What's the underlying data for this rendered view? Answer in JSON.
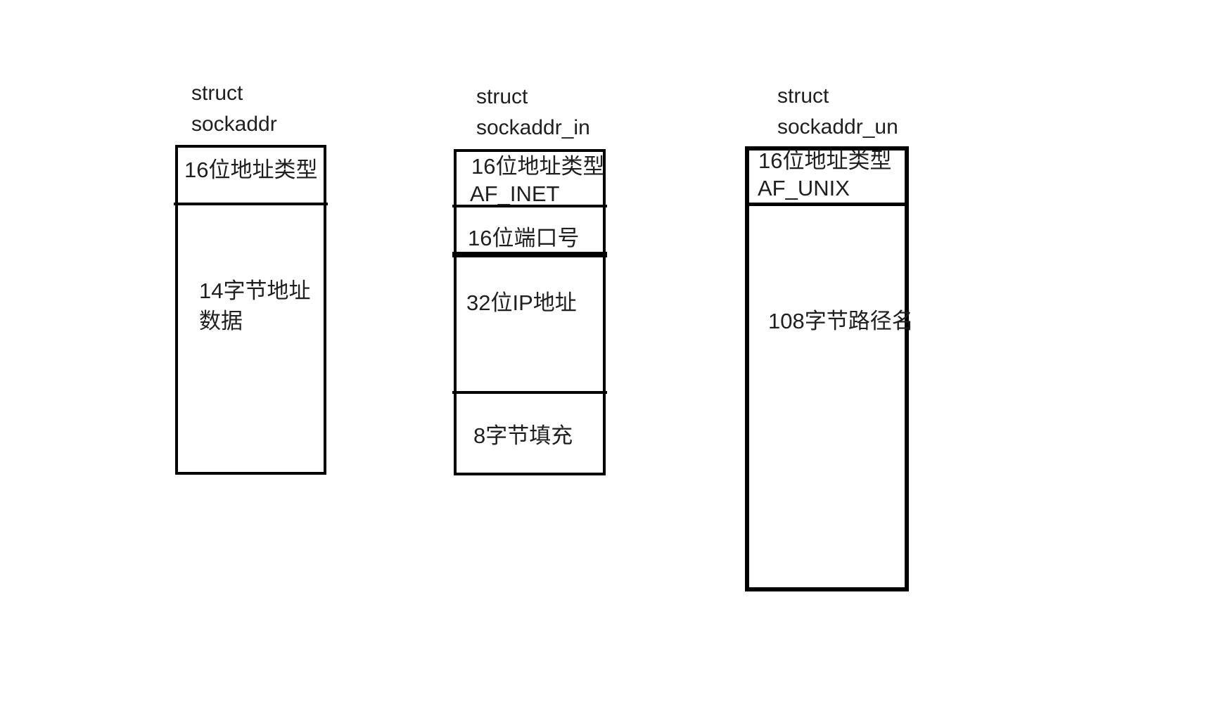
{
  "diagram": {
    "background_color": "#ffffff",
    "line_color": "#000000",
    "text_color": "#1f1f1f"
  },
  "structs": [
    {
      "title_line1": "struct",
      "title_line2": "sockaddr",
      "fields": [
        {
          "lines": [
            "16位地址类型"
          ]
        },
        {
          "lines": [
            "14字节地址",
            "数据"
          ]
        }
      ]
    },
    {
      "title_line1": "struct",
      "title_line2": "sockaddr_in",
      "fields": [
        {
          "lines": [
            "16位地址类型",
            "AF_INET"
          ]
        },
        {
          "lines": [
            "16位端口号"
          ]
        },
        {
          "lines": [
            "32位IP地址"
          ]
        },
        {
          "lines": [
            "8字节填充"
          ]
        }
      ]
    },
    {
      "title_line1": "struct",
      "title_line2": "sockaddr_un",
      "fields": [
        {
          "lines": [
            "16位地址类型",
            "AF_UNIX"
          ]
        },
        {
          "lines": [
            "108字节路径名"
          ]
        }
      ]
    }
  ]
}
